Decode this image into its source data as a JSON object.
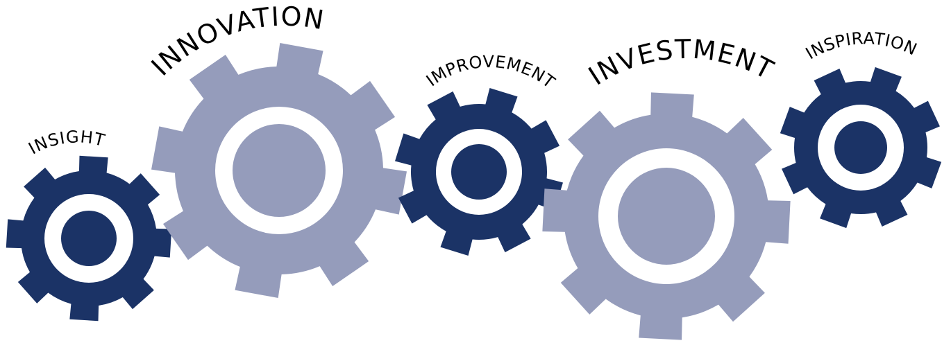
{
  "colors": {
    "dark_gear": "#1b3366",
    "light_gear": "#959cbb",
    "hole": "#ffffff",
    "label": "#000000"
  },
  "gears": [
    {
      "label": "INSIGHT",
      "tone": "dark"
    },
    {
      "label": "INNOVATION",
      "tone": "light"
    },
    {
      "label": "IMPROVEMENT",
      "tone": "dark"
    },
    {
      "label": "INVESTMENT",
      "tone": "light"
    },
    {
      "label": "INSPIRATION",
      "tone": "dark"
    }
  ]
}
